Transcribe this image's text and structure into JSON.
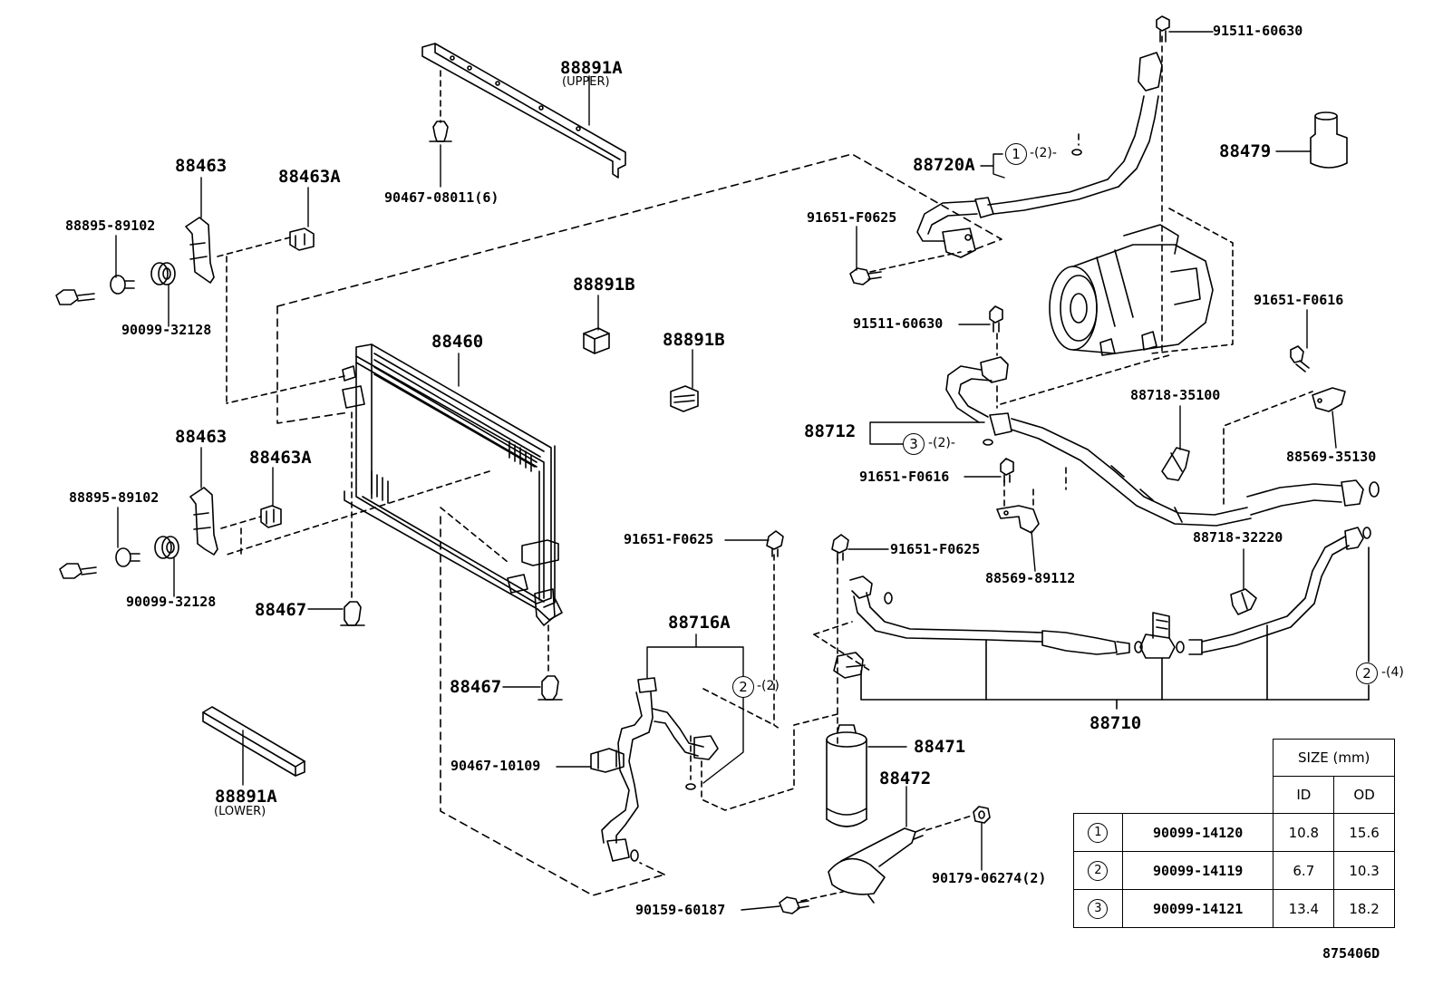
{
  "labels": {
    "p88891A": "88891A",
    "p88891A_upper": "(UPPER)",
    "p90467_08011": "90467-08011(6)",
    "p88463_top": "88463",
    "p88463A_top": "88463A",
    "p88895_top": "88895-89102",
    "p90099_32128_top": "90099-32128",
    "p88891B_a": "88891B",
    "p88891B_b": "88891B",
    "p88460": "88460",
    "p88463_bot": "88463",
    "p88463A_bot": "88463A",
    "p88895_bot": "88895-89102",
    "p90099_32128_bot": "90099-32128",
    "p88467_a": "88467",
    "p88467_b": "88467",
    "p88891A_lower_pn": "88891A",
    "p88891A_lower": "(LOWER)",
    "p91511_60630_top": "91511-60630",
    "p88720A": "88720A",
    "p88479": "88479",
    "p91651_F0625_top": "91651-F0625",
    "p91511_60630_mid": "91511-60630",
    "p91651_F0616_right": "91651-F0616",
    "p88718_35100": "88718-35100",
    "p88712": "88712",
    "p88569_35130": "88569-35130",
    "p91651_F0616_mid": "91651-F0616",
    "p88569_89112": "88569-89112",
    "p91651_F0625_left": "91651-F0625",
    "p91651_F0625_mid": "91651-F0625",
    "p88718_32220": "88718-32220",
    "p88716A": "88716A",
    "p88710": "88710",
    "p90467_10109": "90467-10109",
    "p88471": "88471",
    "p88472": "88472",
    "p90179_06274": "90179-06274(2)",
    "p90159_60187": "90159-60187"
  },
  "refs": {
    "c1": "1",
    "c1_qty": "-(2)-",
    "c3": "3",
    "c3_qty": "-(2)-",
    "c2a": "2",
    "c2a_qty": "-(2)",
    "c2b": "2",
    "c2b_qty": "-(4)"
  },
  "size_table": {
    "header": "SIZE (mm)",
    "col_id": "ID",
    "col_od": "OD",
    "rows": [
      {
        "ref": "1",
        "part": "90099-14120",
        "id": "10.8",
        "od": "15.6"
      },
      {
        "ref": "2",
        "part": "90099-14119",
        "id": "6.7",
        "od": "10.3"
      },
      {
        "ref": "3",
        "part": "90099-14121",
        "id": "13.4",
        "od": "18.2"
      }
    ]
  },
  "figure_code": "875406D"
}
